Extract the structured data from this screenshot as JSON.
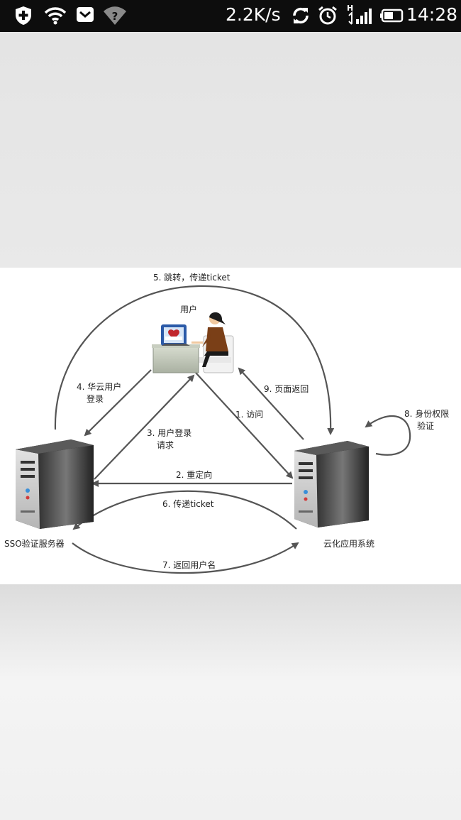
{
  "status_bar": {
    "icons": [
      "shield-plus-icon",
      "wifi-icon",
      "mail-icon",
      "wifi-unknown-icon",
      "sync-icon",
      "alarm-icon",
      "signal-icon",
      "battery-icon"
    ],
    "network_speed": "2.2K/s",
    "signal_type": "H",
    "time": "14:28"
  },
  "diagram": {
    "nodes": {
      "user": "用户",
      "sso_server": "SSO验证服务器",
      "cloud_app": "云化应用系统"
    },
    "steps": {
      "s1": "1. 访问",
      "s2": "2. 重定向",
      "s3_line1": "3. 用户登录",
      "s3_line2": "请求",
      "s4_line1": "4. 华云用户",
      "s4_line2": "登录",
      "s5": "5. 跳转，传递ticket",
      "s6": "6. 传递ticket",
      "s7": "7. 返回用户名",
      "s8_line1": "8. 身份权限",
      "s8_line2": "验证",
      "s9": "9. 页面返回"
    }
  }
}
